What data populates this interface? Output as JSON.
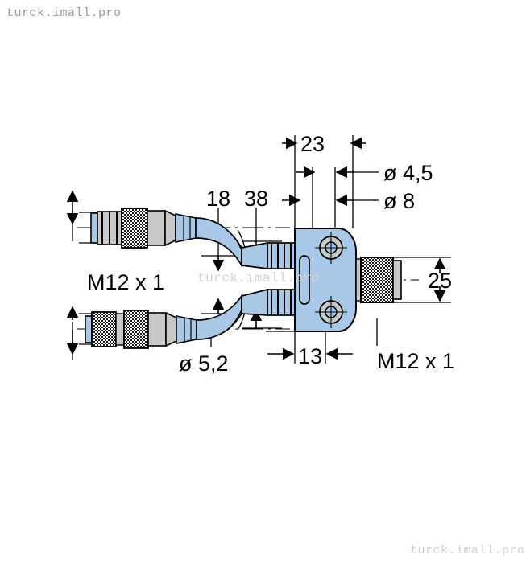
{
  "watermarks": {
    "top_left": "turck.imall.pro",
    "center": "turck.imall.pro",
    "bottom_right": "turck.imall.pro"
  },
  "drawing": {
    "title": "M12 Y-splitter technical dimension drawing",
    "colors": {
      "body_blue": "#a9c8e8",
      "cable_blue": "#a9c8e8",
      "metal_grey": "#c9c9c9",
      "metal_dark": "#2b2b2b",
      "outline": "#000000",
      "watermark_grey": "#cfcfcf"
    },
    "labels": {
      "width_23": "23",
      "dia_4_5": "ø 4,5",
      "dia_8": "ø 8",
      "offset_18": "18",
      "offset_38": "38",
      "thread_left": "M12 x 1",
      "dia_5_2": "ø 5,2",
      "depth_13": "13",
      "thread_right": "M12 x 1",
      "height_25": "25"
    },
    "units": "mm",
    "parts": [
      "upper-female-connector",
      "lower-female-connector",
      "upper-cable",
      "lower-cable",
      "splitter-housing",
      "mounting-hole-top",
      "mounting-hole-bottom",
      "led-window",
      "male-connector-right"
    ]
  }
}
